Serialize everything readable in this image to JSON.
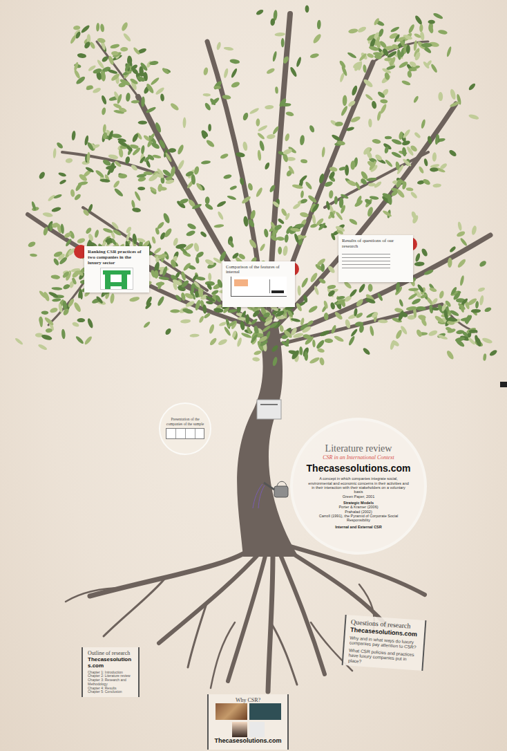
{
  "diagram": {
    "nodes": [
      {
        "text": [
          "Ranking CSR practices of two companies in the luxury sector"
        ]
      },
      {
        "text": [
          "Comparison of the features of internal"
        ]
      },
      {
        "text": [
          "Results of questions of our research"
        ]
      },
      {
        "text": [
          "Presentation of the companies of the sample"
        ]
      },
      {
        "text": [
          "Literature review",
          "CSR in an International Context",
          "Thecasesolutions.com",
          "A concept in which companies integrate social, environmental and economic concerns in their activities and in their interaction with their stakeholders on a voluntary basis",
          "Green Paper, 2001",
          "Strategic Models",
          "Porter & Kramer (2006)",
          "Prahalad (2002)",
          "Carroll (1991), the Pyramid of Corporate Social Responsibility",
          "Internal and External CSR"
        ]
      },
      {
        "text": [
          "Outline of research",
          "Thecasesolutions.com",
          "Chapter 1: Introduction",
          "Chapter 2: Literature review",
          "Chapter 3: Research and Methodology",
          "Chapter 4: Results",
          "Chapter 5: Conclusion"
        ]
      },
      {
        "text": [
          "Questions of research",
          "Thecasesolutions.com",
          "Why and in what ways do luxury companies pay attention to CSR?",
          "What CSR policies and practices have luxury companies put in place?"
        ]
      },
      {
        "text": [
          "Why CSR?",
          "Thecasesolutions.com"
        ]
      }
    ]
  }
}
